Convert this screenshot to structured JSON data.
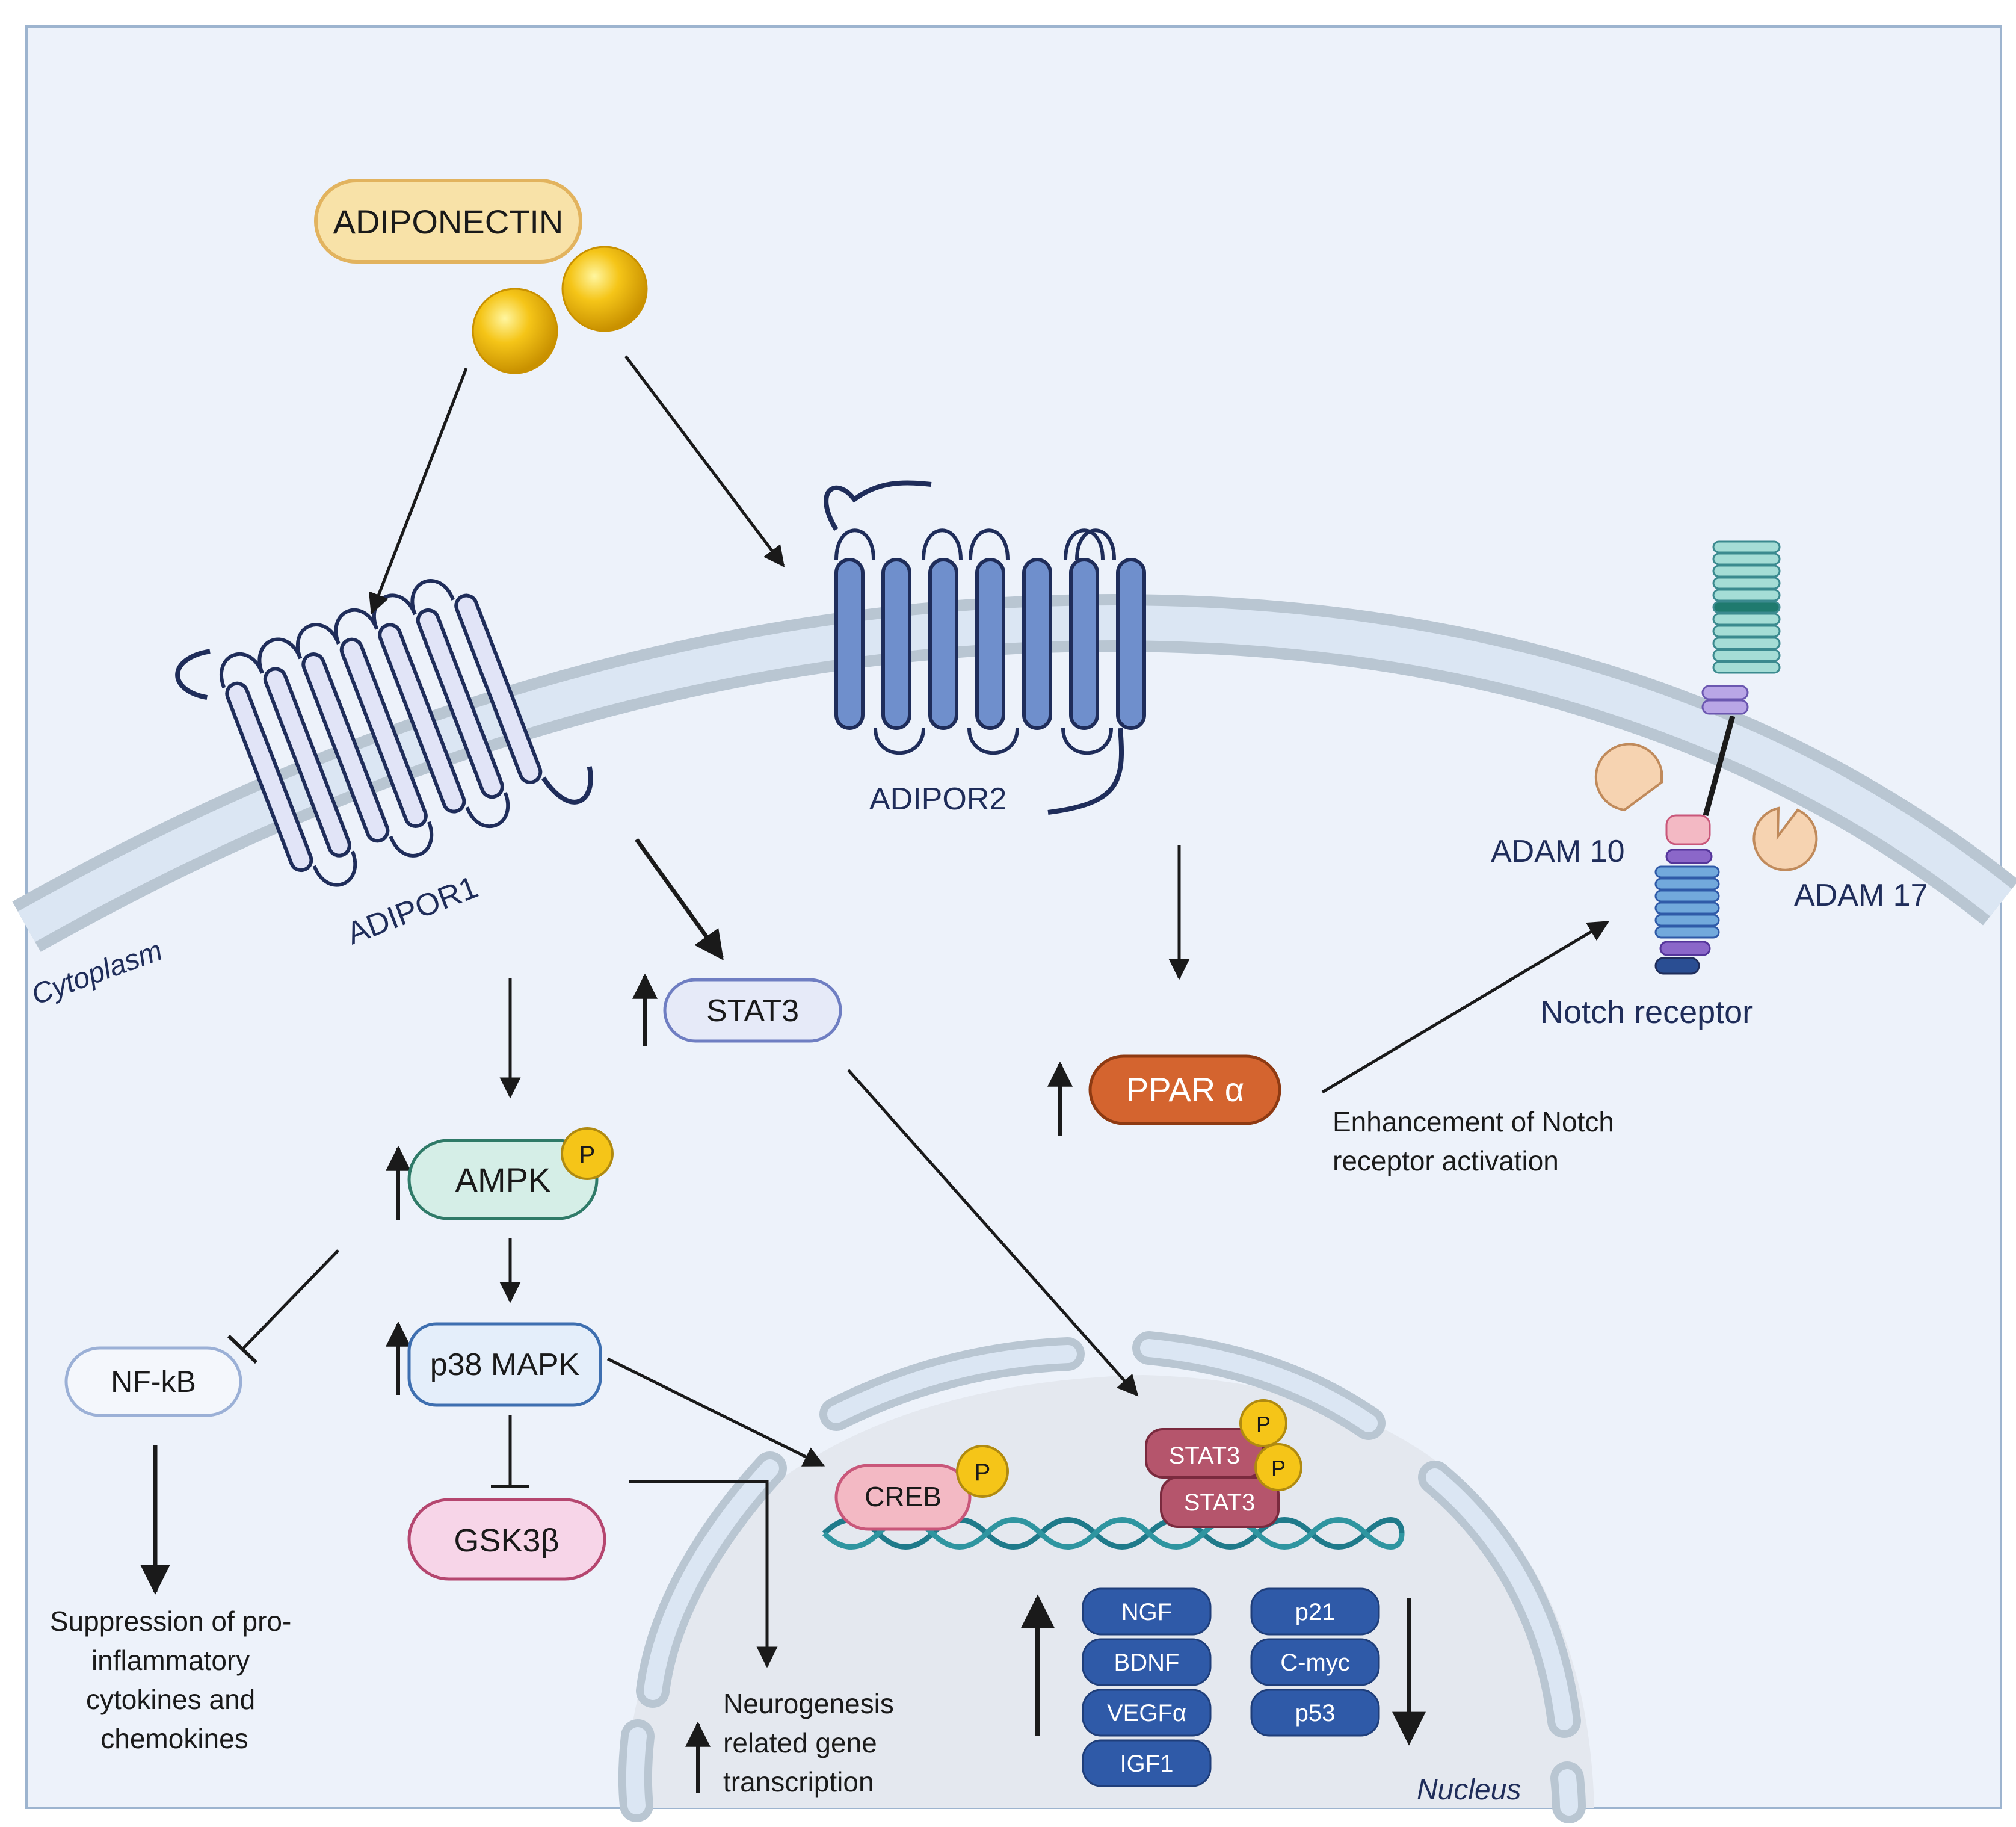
{
  "ligand": {
    "label": "ADIPONECTIN"
  },
  "receptors": {
    "adipor1": "ADIPOR1",
    "adipor2": "ADIPOR2",
    "notch": "Notch receptor",
    "adam10": "ADAM 10",
    "adam17": "ADAM 17"
  },
  "compartments": {
    "cytoplasm": "Cytoplasm",
    "nucleus": "Nucleus"
  },
  "nodes": {
    "stat3": "STAT3",
    "ampk": "AMPK",
    "p38mapk": "p38 MAPK",
    "nfkb": "NF-kB",
    "gsk3b": "GSK3β",
    "ppara": "PPAR α",
    "creb": "CREB",
    "stat3_dimer_top": "STAT3",
    "stat3_dimer_bottom": "STAT3",
    "phospho": "P"
  },
  "genes_up": [
    "NGF",
    "BDNF",
    "VEGFα",
    "IGF1"
  ],
  "genes_down": [
    "p21",
    "C-myc",
    "p53"
  ],
  "outcomes": {
    "notch_enhancement": [
      "Enhancement of Notch",
      "receptor activation"
    ],
    "inflammation": [
      "Suppression of pro-",
      "inflammatory",
      "cytokines and",
      "chemokines"
    ],
    "neurogenesis": [
      "Neurogenesis",
      "related gene",
      "transcription"
    ]
  },
  "colors": {
    "background": "#edf2fa",
    "membrane_outer": "#b9c6d2",
    "membrane_inner": "#dbe6f3",
    "adipor1_fill": "#e1e4f7",
    "adipor2_fill": "#6f8fcc",
    "receptor_outline": "#1f2d5a",
    "stat3": "#e6eaf8",
    "ampk": "#d5eee7",
    "p38mapk": "#e4eefa",
    "gsk3b": "#f7d5e8",
    "ppara": "#d4642f",
    "creb": "#f3b9c4",
    "stat3_dimer": "#b5556c",
    "phospho": "#f5c518",
    "gene_box": "#2f5aa8",
    "dna": "#1f7a8a"
  }
}
